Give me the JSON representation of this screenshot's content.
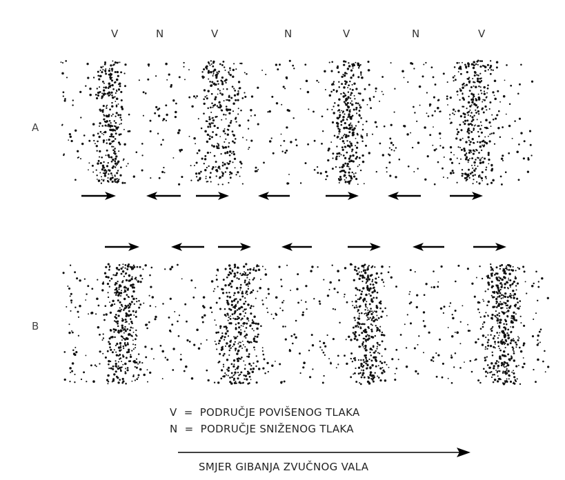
{
  "columns": [
    "V",
    "N",
    "V",
    "N",
    "V",
    "N",
    "V"
  ],
  "rows": [
    {
      "label": "A",
      "arrows": [
        "right",
        "left",
        "right",
        "left",
        "right",
        "left",
        "right"
      ]
    },
    {
      "label": "B",
      "arrows": [
        "right",
        "left",
        "right",
        "left",
        "right",
        "left",
        "right"
      ]
    }
  ],
  "legend": {
    "v_symbol": "V",
    "v_text": "=  PODRUČJE POVIŠENOG TLAKA",
    "n_symbol": "N",
    "n_text": "=  PODRUČJE SNIŽENOG TLAKA"
  },
  "direction_caption": "SMJER GIBANJA ZVUČNOG VALA"
}
